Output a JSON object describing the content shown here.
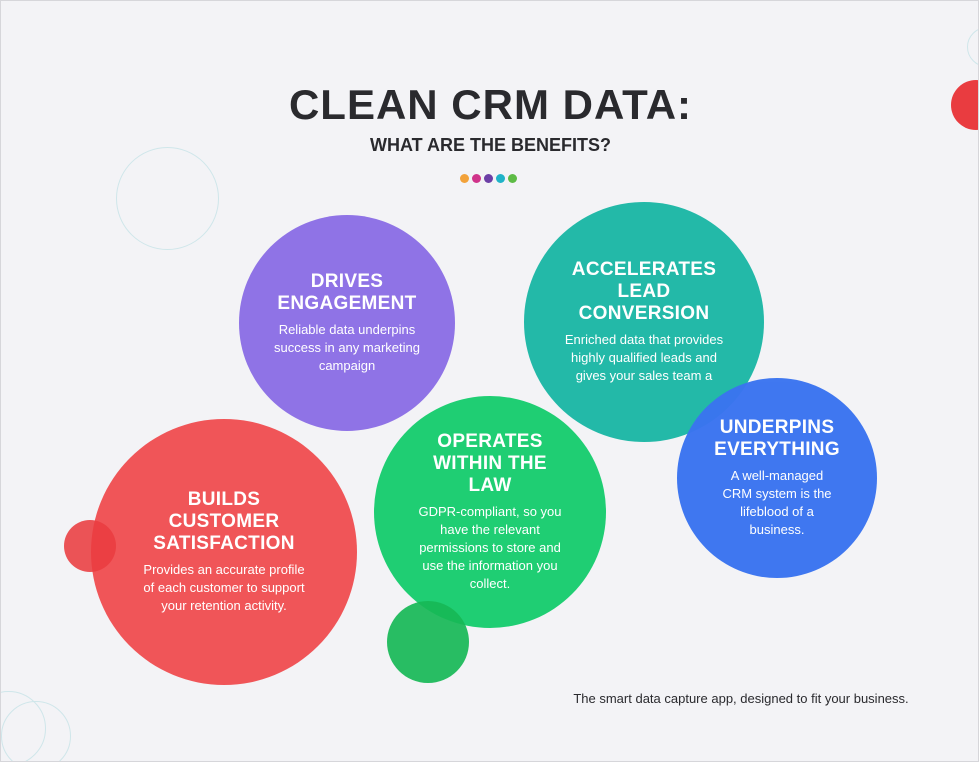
{
  "header": {
    "title": "CLEAN CRM DATA:",
    "subtitle": "WHAT ARE THE BENEFITS?"
  },
  "accent_dots": [
    "#f2a23a",
    "#d0338a",
    "#6c3fa6",
    "#1fb3c8",
    "#5dbb46"
  ],
  "benefits": [
    {
      "heading_line1": "DRIVES",
      "heading_line2": "ENGAGEMENT",
      "text": "Reliable data underpins success in any marketing campaign",
      "color": "#8f73e6"
    },
    {
      "heading_line1": "ACCELERATES",
      "heading_line2": "LEAD CONVERSION",
      "text": "Enriched data that provides highly qualified leads and gives your sales team a",
      "color": "#23b9a8"
    },
    {
      "heading_line1": "UNDERPINS",
      "heading_line2": "EVERYTHING",
      "text": "A well-managed CRM system is the lifeblood of a business.",
      "color": "#3a74f0"
    },
    {
      "heading_line1": "OPERATES",
      "heading_line2": "WITHIN THE LAW",
      "text": "GDPR-compliant, so you have the relevant permissions to store and use the information you collect.",
      "color": "#1fce73"
    },
    {
      "heading_line1": "BUILDS CUSTOMER",
      "heading_line2": "SATISFACTION",
      "text": "Provides an accurate profile of each customer to support your retention activity.",
      "color": "#f05558"
    }
  ],
  "footer": {
    "tagline": "The smart data capture app, designed to fit your business."
  },
  "colors": {
    "background": "#f3f3f6",
    "title": "#2a2a2e",
    "deco_red": "#e93c40",
    "deco_green": "#17b956",
    "ring": "#cfe6ea"
  }
}
